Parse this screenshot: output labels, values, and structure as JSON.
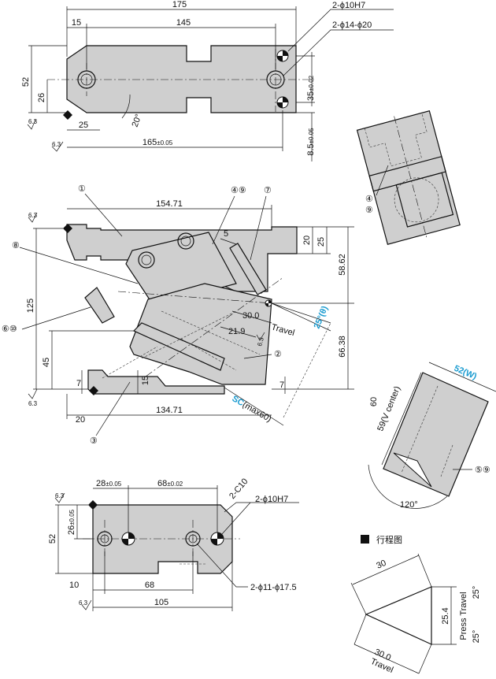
{
  "colors": {
    "accent": "#1a9bd0",
    "part": "#cfcfcf",
    "line": "#111111"
  },
  "top_view": {
    "d175": "175",
    "d145": "145",
    "d15": "15",
    "d52": "52",
    "d26": "26",
    "d25": "25",
    "d20": "20°",
    "d165": "165",
    "d165_tol": "±0.05",
    "d35": "35",
    "d35_tol": "±0.02",
    "d85": "8.5",
    "d85_tol": "±0.05",
    "hole1": "2-ϕ10H7",
    "hole2": "2-ϕ14-ϕ20",
    "rough1": "6.3",
    "rough2": "6.3"
  },
  "front_view": {
    "d154": "154.71",
    "d134": "134.71",
    "d125": "125",
    "d45": "45",
    "d7a": "7",
    "d7b": "7",
    "d15": "15",
    "d20": "20",
    "d5": "5",
    "d20b": "20",
    "d25": "25",
    "d5862": "58.62",
    "d6638": "66.38",
    "d30": "30.0",
    "d219": "21.9",
    "travel": "Travel",
    "angle_val": "25°",
    "angle_sym": "(θ)",
    "sc_label": "SC",
    "sc_text": "(max60)",
    "tag1": "①",
    "tag2": "②",
    "tag3": "③",
    "tag49": "④⑨",
    "tag7": "⑦",
    "tag8": "⑧",
    "tag610": "⑥⑩",
    "rough1": "6.3",
    "rough2": "6.3",
    "rough3": "6.3"
  },
  "side_view": {
    "tag4": "④",
    "tag9": "⑨"
  },
  "section_view": {
    "w_val": "52",
    "w_label": "(W)",
    "d60": "60",
    "d59": "59(V center)",
    "angle": "120°",
    "tag59": "⑤⑨"
  },
  "bottom_view": {
    "d28": "28",
    "d28_tol": "±0.05",
    "d68a": "68",
    "d68a_tol": "±0.02",
    "chamfer": "2-C10",
    "hole1": "2-ϕ10H7",
    "hole2": "2-ϕ11-ϕ17.5",
    "d52": "52",
    "d26": "26",
    "d26_tol": "±0.05",
    "d10": "10",
    "d68b": "68",
    "d105": "105",
    "rough1": "6.3",
    "rough2": "6.3"
  },
  "travel_diagram": {
    "title": "行程图",
    "d30": "30",
    "d254": "25.4",
    "d300": "30.0",
    "travel": "Travel",
    "press": "Press Travel",
    "a25a": "25°",
    "a25b": "25°"
  }
}
